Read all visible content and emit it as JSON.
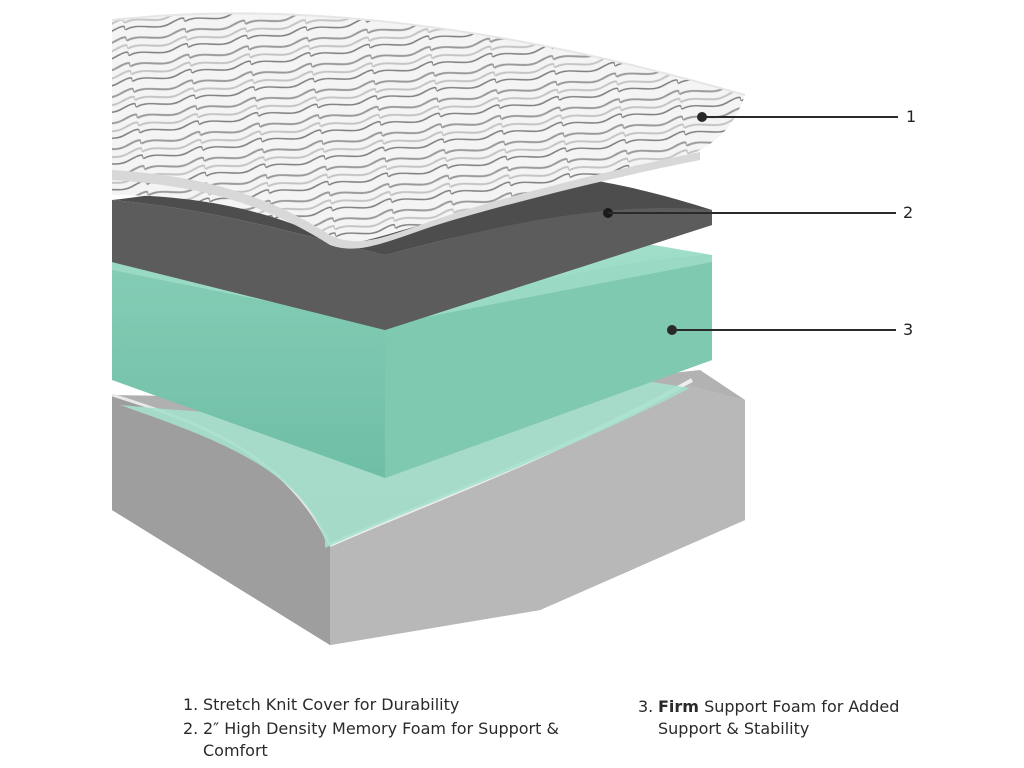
{
  "callouts": [
    {
      "number": "1"
    },
    {
      "number": "2"
    },
    {
      "number": "3"
    }
  ],
  "legend": {
    "item1": {
      "number": "1.",
      "text": "Stretch Knit Cover for Durability"
    },
    "item2": {
      "number": "2.",
      "text": "2″ High Density Memory Foam for Support & Comfort"
    },
    "item3": {
      "number": "3.",
      "bold": "Firm",
      "text": " Support Foam for Added Support & Stability"
    }
  },
  "colors": {
    "cover": "#eeeeee",
    "memory_foam": "#505050",
    "support_foam": "#9fdcc9",
    "base": "#a9a9a9"
  }
}
